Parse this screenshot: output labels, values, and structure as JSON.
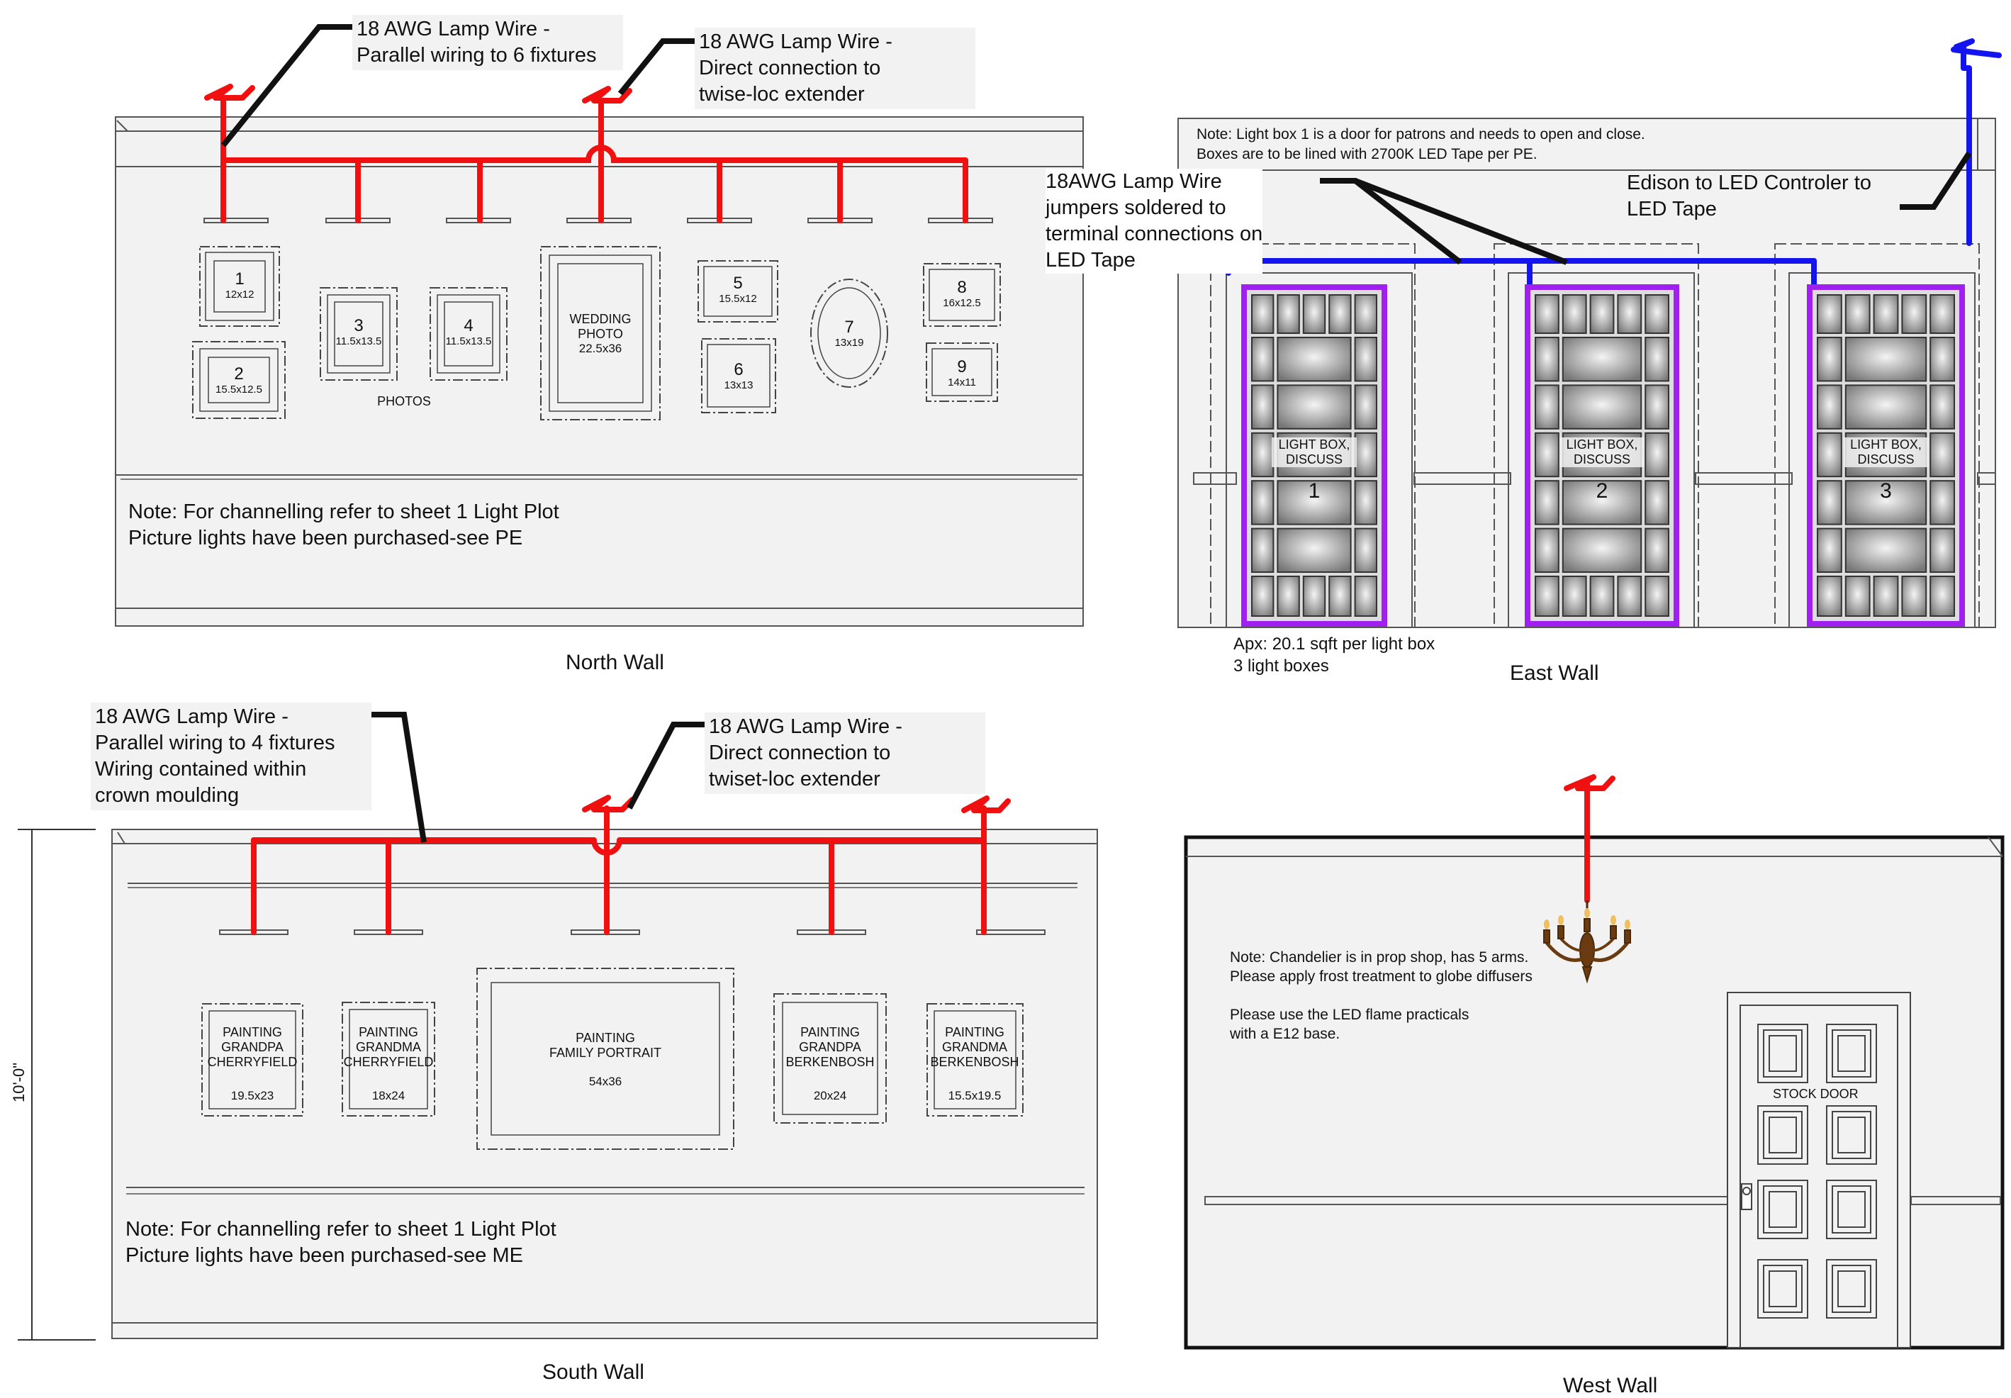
{
  "colors": {
    "wire_red": "#f01010",
    "wire_blue": "#1414f0",
    "lightbox_purple": "#a020f0",
    "leader": "#111111",
    "wall_fill": "#f2f2f2"
  },
  "north": {
    "title": "North Wall",
    "callout1": "18 AWG Lamp Wire -\nParallel wiring to 6 fixtures",
    "callout2": "18 AWG Lamp Wire -\nDirect connection to\ntwise-loc extender",
    "note": "Note: For channelling refer to sheet 1 Light Plot\nPicture lights have been purchased-see PE",
    "photos_label": "PHOTOS",
    "frames": [
      {
        "num": "1",
        "size": "12x12"
      },
      {
        "num": "2",
        "size": "15.5x12.5"
      },
      {
        "num": "3",
        "size": "11.5x13.5"
      },
      {
        "num": "4",
        "size": "11.5x13.5"
      },
      {
        "num": "WEDDING\nPHOTO",
        "size": "22.5x36"
      },
      {
        "num": "5",
        "size": "15.5x12"
      },
      {
        "num": "6",
        "size": "13x13"
      },
      {
        "num": "7",
        "size": "13x19"
      },
      {
        "num": "8",
        "size": "16x12.5"
      },
      {
        "num": "9",
        "size": "14x11"
      }
    ]
  },
  "east": {
    "title": "East Wall",
    "top_note": "Note: Light box 1 is a door for patrons and needs to open and close.\nBoxes are to be lined with 2700K LED Tape per PE.",
    "callout_jumpers": "18AWG Lamp Wire\njumpers soldered to\nterminal connections on\nLED Tape",
    "callout_edison": "Edison to LED Controler to\nLED Tape",
    "box_label": "LIGHT BOX,\nDISCUSS",
    "boxes": [
      "1",
      "2",
      "3"
    ],
    "area_note": "Apx: 20.1 sqft per light box\n3 light boxes"
  },
  "south": {
    "title": "South Wall",
    "callout1": "18 AWG Lamp Wire -\nParallel wiring to 4 fixtures\nWiring contained within\ncrown moulding",
    "callout2": "18 AWG Lamp Wire -\nDirect connection to\ntwiset-loc extender",
    "note": "Note: For channelling refer to sheet 1 Light Plot\nPicture lights have been purchased-see ME",
    "height_dim": "10'-0\"",
    "paintings": [
      {
        "name": "PAINTING\nGRANDPA\nCHERRYFIELD",
        "size": "19.5x23"
      },
      {
        "name": "PAINTING\nGRANDMA\nCHERRYFIELD",
        "size": "18x24"
      },
      {
        "name": "PAINTING\nFAMILY PORTRAIT",
        "size": "54x36"
      },
      {
        "name": "PAINTING\nGRANDPA\nBERKENBOSH",
        "size": "20x24"
      },
      {
        "name": "PAINTING\nGRANDMA\nBERKENBOSH",
        "size": "15.5x19.5"
      }
    ]
  },
  "west": {
    "title": "West Wall",
    "note": "Note: Chandelier is in prop shop, has 5 arms.\nPlease apply frost treatment to globe diffusers\n\nPlease use the LED flame practicals\nwith a E12 base.",
    "door_label": "STOCK DOOR"
  }
}
